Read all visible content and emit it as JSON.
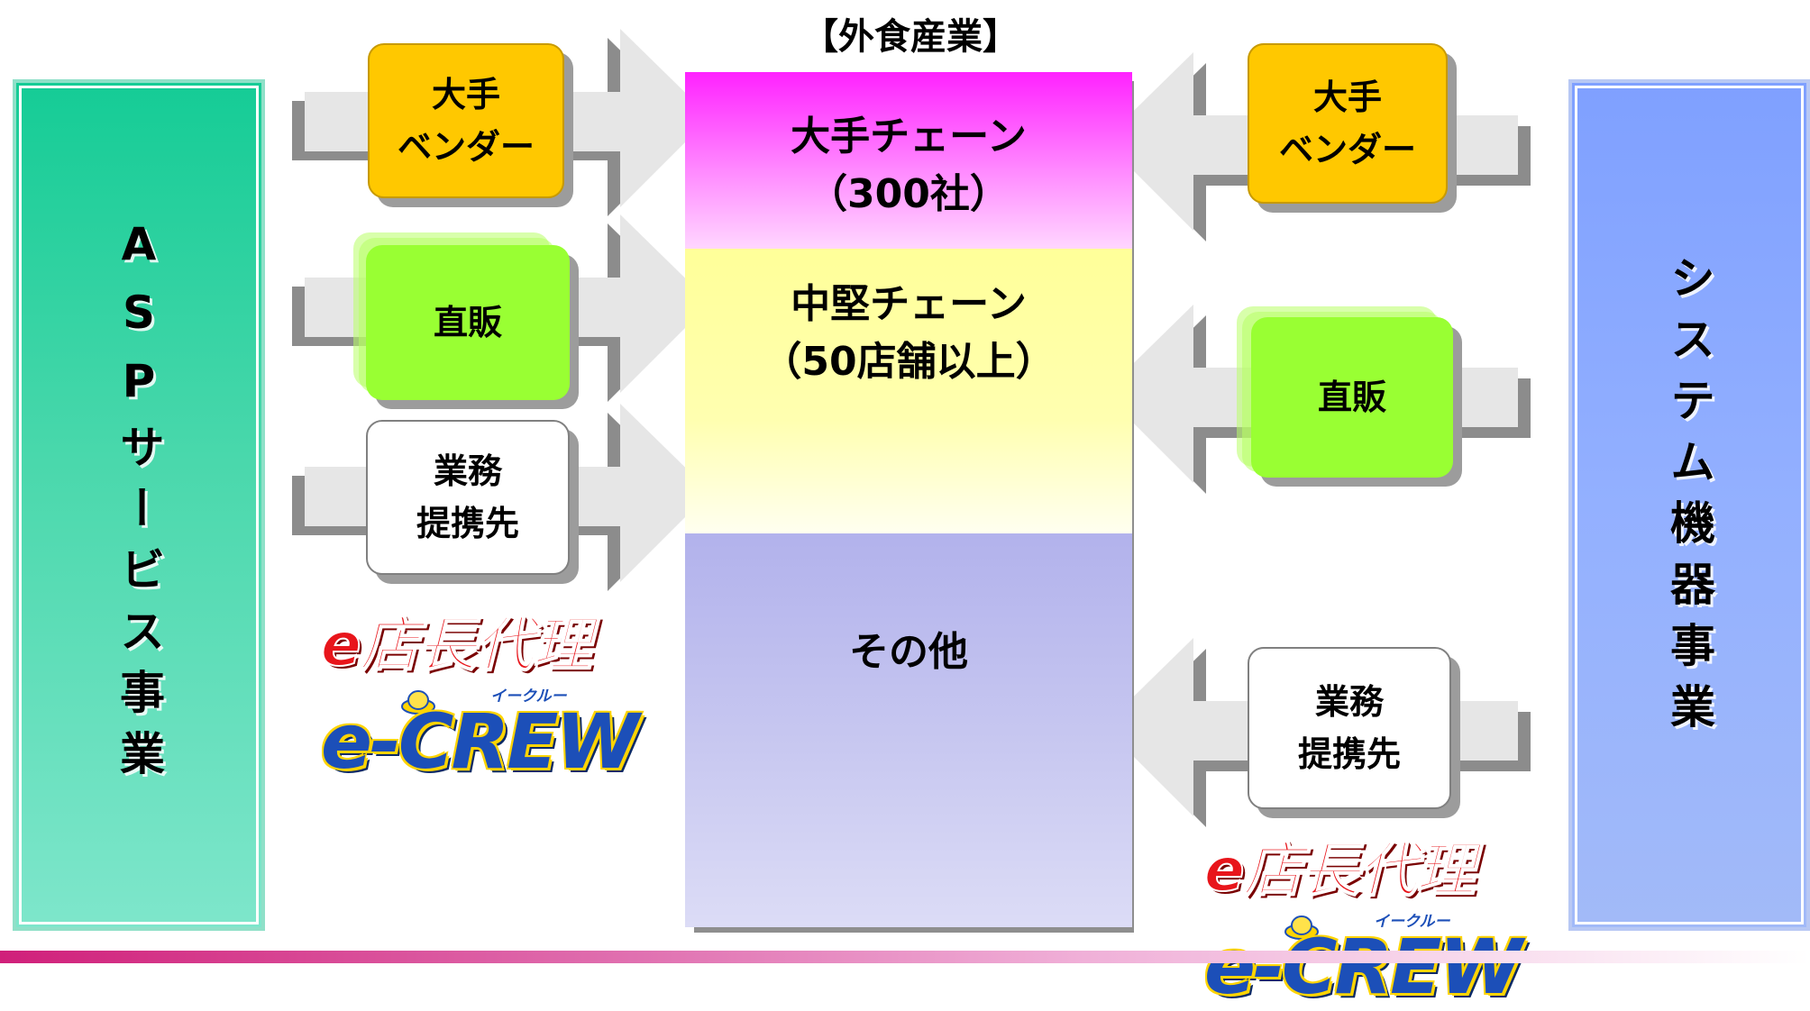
{
  "market": {
    "title": "【外食産業】",
    "segments": [
      {
        "label": "大手チェーン\n（300社）"
      },
      {
        "label": "中堅チェーン\n（50店舗以上）"
      },
      {
        "label": "その他"
      }
    ]
  },
  "left": {
    "business": "ASPサービス事業",
    "channels": [
      {
        "label": "大手\nベンダー"
      },
      {
        "label": "直販"
      },
      {
        "label": "業務\n提携先"
      }
    ],
    "logo": {
      "brand": "e店長代理",
      "product": "e-CREW",
      "ruby": "イークルー"
    }
  },
  "right": {
    "business": "システム機器事業",
    "channels": [
      {
        "label": "大手\nベンダー"
      },
      {
        "label": "直販"
      },
      {
        "label": "業務\n提携先"
      }
    ],
    "logo": {
      "brand": "e店長代理",
      "product": "e-CREW",
      "ruby": "イークルー"
    }
  },
  "colors": {
    "asp_panel": "#2ed4a0",
    "system_panel": "#8ca8ff",
    "large_chain": "#ff33ff",
    "mid_chain": "#ffffaa",
    "other": "#c0c0ee",
    "vendor_box": "#ffc800",
    "direct_box": "#99ff33",
    "partner_box": "#ffffff",
    "arrow": "#e6e6e6"
  }
}
